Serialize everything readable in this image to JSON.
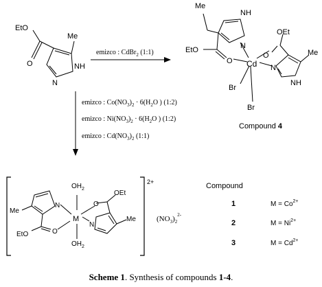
{
  "diagram": {
    "ligand": {
      "methyl": "Me",
      "ester": "EtO",
      "nh": "NH",
      "n": "N"
    },
    "reaction_top": {
      "label": "emizco : CdBr",
      "sub": "2",
      "ratio": " (1:1)"
    },
    "compound4": {
      "nh": "NH",
      "n_top": "N",
      "ester_left": "EtO",
      "ester_right": "OEt",
      "o_left": "O",
      "o_right": "O",
      "metal": "Cd",
      "br1": "Br",
      "br2": "Br",
      "n_right": "N",
      "nh_right": "NH",
      "me_left": "Me",
      "me_right": "Me",
      "label": "Compound ",
      "label_num": "4"
    },
    "reactions_side": [
      {
        "pre": "emizco : Co(NO",
        "s1": "3",
        "mid": ")",
        "s2": "2",
        "post": " · 6(H",
        "s3": "2",
        "tail": "O ) (1:2)"
      },
      {
        "pre": "emizco : Ni(NO",
        "s1": "3",
        "mid": ")",
        "s2": "2",
        "post": " · 6(H",
        "s3": "2",
        "tail": "O ) (1:2)"
      },
      {
        "pre": "emizco : Cd(NO",
        "s1": "3",
        "mid": ")",
        "s2": "2",
        "post": "",
        "s3": "",
        "tail": " (1:1)"
      }
    ],
    "complex": {
      "oh2_top": "OH",
      "oh2_top_sub": "2",
      "oh2_bottom": "OH",
      "oh2_bottom_sub": "2",
      "metal": "M",
      "n_left": "N",
      "n_right": "N",
      "o_left": "O",
      "o_right": "O",
      "me_left": "Me",
      "me_right": "Me",
      "eto": "EtO",
      "oet": "OEt",
      "charge": "2+",
      "counter": "(NO",
      "counter_sub1": "3",
      "counter_mid": ")",
      "counter_sub2": "2",
      "counter_charge": "2-"
    },
    "table": {
      "header": "Compound",
      "rows": [
        {
          "num": "1",
          "metal": "M = Co",
          "charge": "2+"
        },
        {
          "num": "2",
          "metal": "M = Ni",
          "charge": "2+"
        },
        {
          "num": "3",
          "metal": "M = Cd",
          "charge": "2+"
        }
      ]
    }
  },
  "caption": {
    "prefix": "Scheme 1",
    "text": ". Synthesis of compounds ",
    "range": "1-4",
    "suffix": "."
  }
}
